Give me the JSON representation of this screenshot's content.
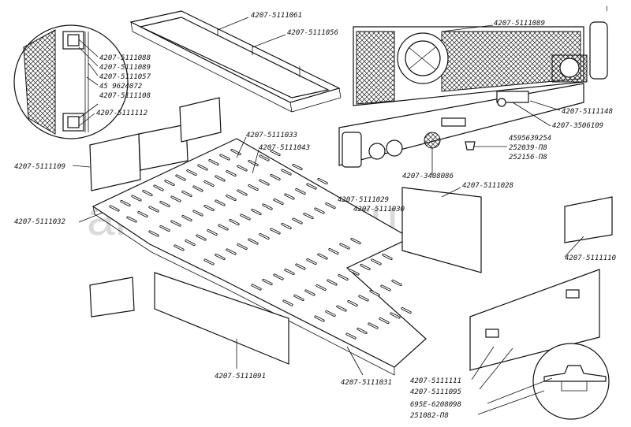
{
  "watermark": "ansat-parts.ru",
  "corner_mark": "Ⅰ",
  "labels": {
    "l01": "4207-5111061",
    "l02": "4207-5111056",
    "l03": "4207-5111089",
    "l04": "4207-5111088",
    "l05": "4207-5111089",
    "l06": "4207-5111057",
    "l07": "45 9624072",
    "l08": "4207-5111108",
    "l09": "4207-5111112",
    "l10": "4207-5111109",
    "l11": "4207-5111033",
    "l12": "4207-5111043",
    "l13": "4207-5111032",
    "l14": "4207-5111148",
    "l15": "4207-3506109",
    "l16": "4595639254",
    "l17": "252039-П8",
    "l18": "252156-П8",
    "l19": "4207-3408086",
    "l20": "4207-5111029",
    "l21": "4207-5111030",
    "l22": "4207-5111028",
    "l23": "4207-5111110",
    "l24": "4207-5111091",
    "l25": "4207-5111031",
    "l26": "4207-5111111",
    "l27": "4207-5111095",
    "l28": "695Е-6208098",
    "l29": "251082-П8"
  }
}
